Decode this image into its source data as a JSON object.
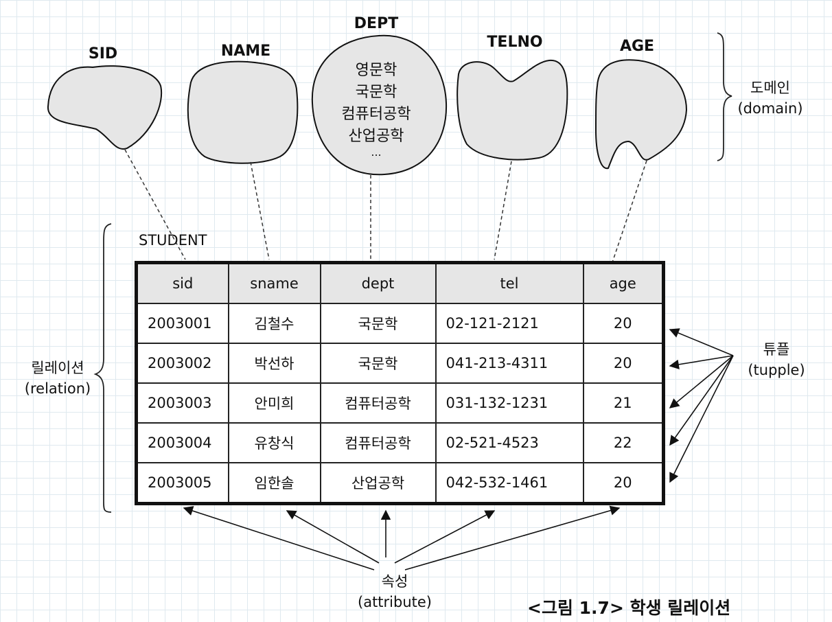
{
  "domains": [
    {
      "name": "SID"
    },
    {
      "name": "NAME"
    },
    {
      "name": "DEPT",
      "values": [
        "영문학",
        "국문학",
        "컴퓨터공학",
        "산업공학",
        "..."
      ]
    },
    {
      "name": "TELNO"
    },
    {
      "name": "AGE"
    }
  ],
  "labels": {
    "domain": "도메인",
    "domain_en": "(domain)",
    "relation": "릴레이션",
    "relation_en": "(relation)",
    "tuple": "튜플",
    "tuple_en": "(tupple)",
    "attribute": "속성",
    "attribute_en": "(attribute)"
  },
  "relation_name": "STUDENT",
  "table": {
    "columns": [
      "sid",
      "sname",
      "dept",
      "tel",
      "age"
    ],
    "rows": [
      [
        "2003001",
        "김철수",
        "국문학",
        "02-121-2121",
        "20"
      ],
      [
        "2003002",
        "박선하",
        "국문학",
        "041-213-4311",
        "20"
      ],
      [
        "2003003",
        "안미희",
        "컴퓨터공학",
        "031-132-1231",
        "21"
      ],
      [
        "2003004",
        "유창식",
        "컴퓨터공학",
        "02-521-4523",
        "22"
      ],
      [
        "2003005",
        "임한솔",
        "산업공학",
        "042-532-1461",
        "20"
      ]
    ]
  },
  "caption": "<그림 1.7> 학생 릴레이션"
}
